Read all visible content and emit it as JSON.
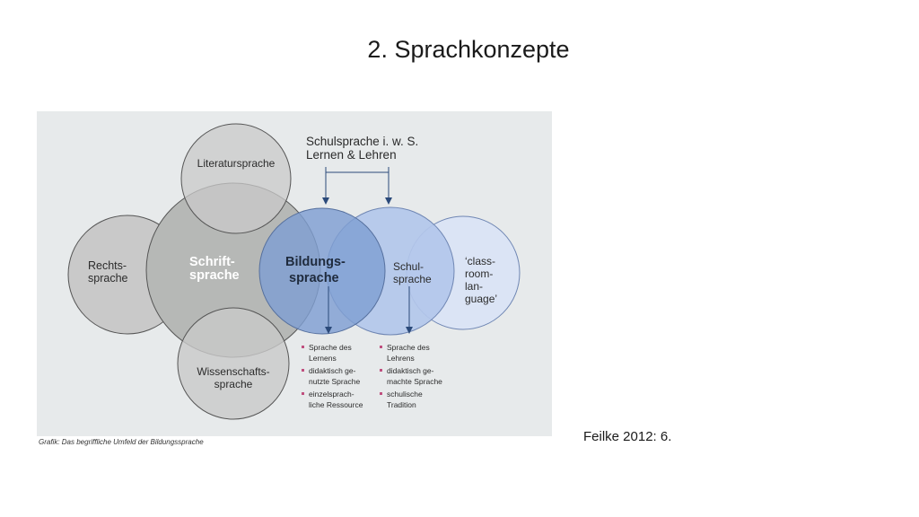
{
  "slide": {
    "title": "2. Sprachkonzepte",
    "citation": "Feilke 2012: 6."
  },
  "diagram": {
    "caption": "Grafik: Das begriffliche Umfeld der Bildungssprache",
    "top_label": {
      "line1": "Schulsprache i. w. S.",
      "line2": "Lernen & Lehren"
    },
    "circles": {
      "literatursprache": "Literatursprache",
      "rechtssprache": {
        "line1": "Rechts-",
        "line2": "sprache"
      },
      "schriftsprache": {
        "line1": "Schrift-",
        "line2": "sprache"
      },
      "wissenschaftssprache": {
        "line1": "Wissenschafts-",
        "line2": "sprache"
      },
      "bildungssprache": {
        "line1": "Bildungs-",
        "line2": "sprache"
      },
      "schulsprache": {
        "line1": "Schul-",
        "line2": "sprache"
      },
      "classroom_language": {
        "line1": "‘class-",
        "line2": "room-",
        "line3": "lan-",
        "line4": "guage’"
      }
    },
    "left_bullets": [
      {
        "line1": "Sprache des",
        "line2": "Lernens"
      },
      {
        "line1": "didaktisch ge-",
        "line2": "nutzte Sprache"
      },
      {
        "line1": "einzelsprach-",
        "line2": "liche Ressource"
      }
    ],
    "right_bullets": [
      {
        "line1": "Sprache des",
        "line2": "Lehrens"
      },
      {
        "line1": "didaktisch ge-",
        "line2": "machte Sprache"
      },
      {
        "line1": "schulische",
        "line2": "Tradition"
      }
    ],
    "colors": {
      "panel": "#e7eaeb",
      "gray_light": "#c9c9c9",
      "gray_mid": "#b6b8b6",
      "blue_dark": "#7f9fd2",
      "blue_mid": "#b3c7ea",
      "blue_light": "#dbe4f5",
      "bullet": "#c0507f"
    }
  }
}
